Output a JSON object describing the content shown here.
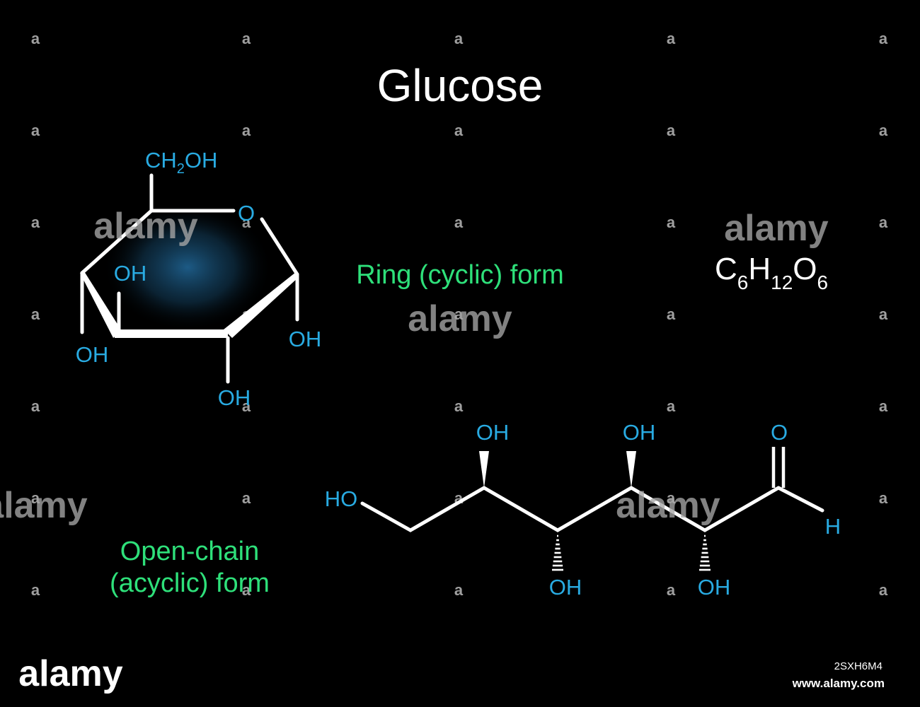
{
  "title": "Glucose",
  "formula": {
    "parts": [
      {
        "el": "C",
        "sub": "6"
      },
      {
        "el": "H",
        "sub": "12"
      },
      {
        "el": "O",
        "sub": "6"
      }
    ]
  },
  "ring_form": {
    "caption": "Ring (cyclic) form",
    "ring_oxygen": "O",
    "ch2oh": {
      "a": "CH",
      "sub": "2",
      "b": "OH"
    },
    "hydroxyl_labels": [
      "OH",
      "OH",
      "OH",
      "OH"
    ]
  },
  "open_chain_form": {
    "caption_line1": "Open-chain",
    "caption_line2": "(acyclic) form",
    "terminal_ho": "HO",
    "upper_oh": [
      "OH",
      "OH"
    ],
    "lower_oh": [
      "OH",
      "OH"
    ],
    "carbonyl_o": "O",
    "aldehyde_h": "H"
  },
  "watermark": {
    "brand": "alamy",
    "small_mark": "a",
    "image_id": "2SXH6M4",
    "url": "www.alamy.com"
  },
  "colors": {
    "background": "#000000",
    "bonds": "#ffffff",
    "atoms": "#29abe2",
    "captions": "#2ee07a",
    "title": "#ffffff",
    "ring_glow": "#1e5f8c"
  }
}
